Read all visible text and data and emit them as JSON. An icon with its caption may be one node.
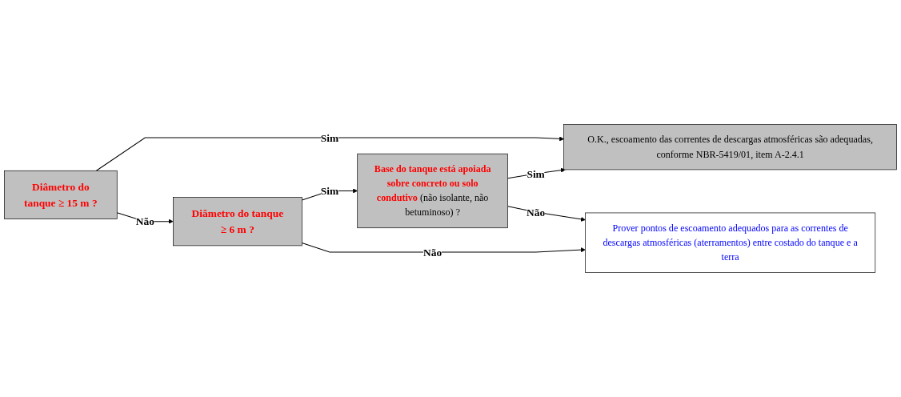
{
  "diagram": {
    "nodes": [
      {
        "text": [
          "Diâmetro do tanque ≥ 15 m ?"
        ]
      },
      {
        "text": [
          "O.K., escoamento das correntes de descargas atmosféricas são adequadas, conforme NBR-5419/01, item A-2.4.1"
        ]
      },
      {
        "text": [
          "Diâmetro do tanque ≥ 6 m ?"
        ]
      },
      {
        "text": [
          "**Base do tanque está apoiada sobre concreto ou solo condutivo** (não isolante, não betuminoso) ?"
        ]
      },
      {
        "text": [
          "Prover pontos de escoamento adequados para as correntes de descargas atmosféricas (aterramentos) entre costado do tanque e a terra"
        ]
      }
    ],
    "edges": [
      {
        "from": 0,
        "to": 1,
        "arrow": "to",
        "label": "Sim"
      },
      {
        "from": 0,
        "to": 2,
        "arrow": "to",
        "label": "Não"
      },
      {
        "from": 2,
        "to": 3,
        "arrow": "to",
        "label": "Sim"
      },
      {
        "from": 2,
        "to": 4,
        "arrow": "to",
        "label": "Não"
      },
      {
        "from": 3,
        "to": 1,
        "arrow": "to",
        "label": "Sim"
      },
      {
        "from": 3,
        "to": 4,
        "arrow": "to",
        "label": "Não"
      }
    ]
  }
}
